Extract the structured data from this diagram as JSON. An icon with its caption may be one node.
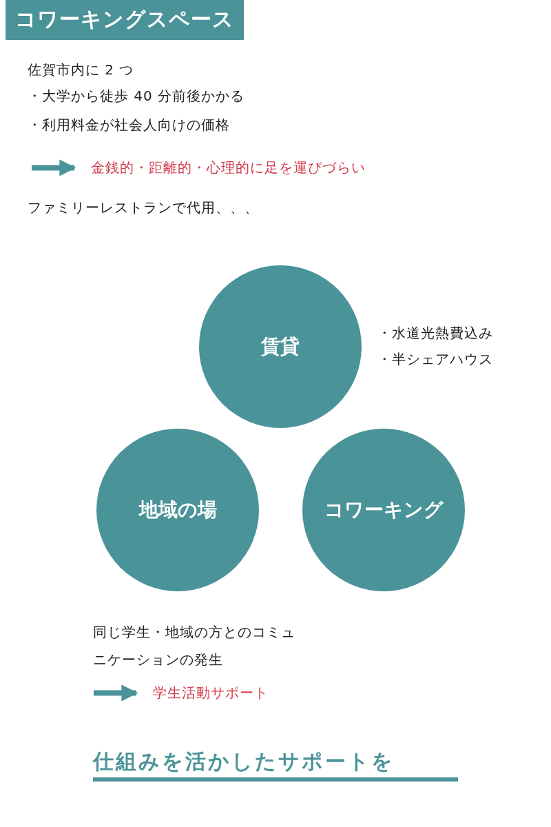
{
  "diagram": {
    "title": "コワーキングスペース",
    "nodes": [
      {
        "text": [
          "金銭的・距離的・心理的に足を運びづらい"
        ]
      },
      {
        "text": [
          "賃貸"
        ],
        "beside": [
          "・水道光熱費込み",
          "・半シェアハウス"
        ]
      },
      {
        "text": [
          "地域の場"
        ]
      },
      {
        "text": [
          "コワーキング"
        ]
      },
      {
        "text": [
          "学生活動サポート"
        ]
      }
    ],
    "edges": [
      {
        "from": null,
        "to": 0,
        "arrow": "to"
      },
      {
        "from": null,
        "to": 4,
        "arrow": "to"
      }
    ],
    "labels": [
      "佐賀市内に 2 つ",
      "・大学から徒歩 40 分前後かかる",
      "・利用料金が社会人向けの価格",
      "ファミリーレストランで代用、、、",
      "同じ学生・地域の方とのコミュニケーションの発生"
    ],
    "caption": "仕組みを活かしたサポートを"
  }
}
